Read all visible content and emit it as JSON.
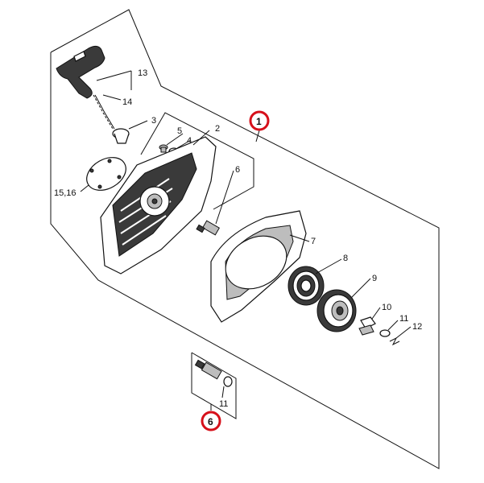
{
  "callouts": {
    "c1": "1",
    "c2": "2",
    "c3": "3",
    "c4": "4",
    "c5": "5",
    "c6": "6",
    "c6b": "6",
    "c7": "7",
    "c8": "8",
    "c9": "9",
    "c10": "10",
    "c11": "11",
    "c11b": "11",
    "c12": "12",
    "c13": "13",
    "c14": "14",
    "c1516": "15,16"
  },
  "colors": {
    "highlight": "#d6101a",
    "ink": "#111111"
  }
}
